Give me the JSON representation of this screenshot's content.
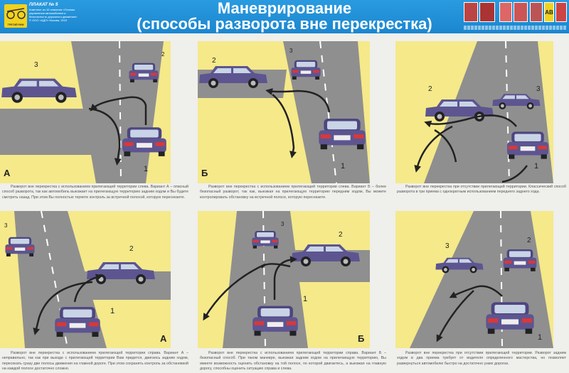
{
  "header": {
    "logo_text": "ТРЕТИЙ РИМ",
    "poster_number": "ПЛАКАТ № 5",
    "poster_info": "Комплект из 10 плакатов «Основы управления автомобилем и безопасность дорожного движения» © ООО «АДП» Москва, 2010",
    "title_line1": "Маневрирование",
    "title_line2": "(способы разворота вне перекрестка)",
    "promo_badge": "AB"
  },
  "colors": {
    "header": "#1e8fd6",
    "yellow": "#f5e98a",
    "road": "#8f8f8f",
    "car": "#5d5590",
    "arrow": "#222222"
  },
  "panels": [
    {
      "letter": "А",
      "numbers": [
        "1",
        "2",
        "3"
      ],
      "caption": "Разворот вне перекрестка с использованием прилегающей территории слева. Вариант А – опасный способ разворота, так как автомобиль выезжает на прилегающую территорию задним ходом и Вы будете смотреть назад. При этом Вы полностью теряете контроль за встречной полосой, которую пересекаете."
    },
    {
      "letter": "Б",
      "numbers": [
        "1",
        "2",
        "3"
      ],
      "caption": "Разворот вне перекрестка с использованием прилегающей территории слева. Вариант Б – более безопасный разворот, так как, выезжая на прилегающую территорию передним ходом, Вы можете контролировать обстановку на встречной полосе, которую пересекаете."
    },
    {
      "letter": "",
      "numbers": [
        "1",
        "2",
        "3"
      ],
      "caption": "Разворот вне перекрестка при отсутствии прилегающей территории. Классический способ разворота в три приема с однократным использованием переднего заднего хода."
    },
    {
      "letter": "А",
      "numbers": [
        "1",
        "2",
        "3"
      ],
      "caption": "Разворот вне перекрестка с использованием прилегающей территории справа. Вариант А – неправильно, так как при выезде с прилегающей территории Вам придется, двигаясь задним ходом, пересекать сразу две полосы движения на главной дороге. При этом сохранять контроль за обстановкой на каждой полосе достаточно сложно."
    },
    {
      "letter": "Б",
      "numbers": [
        "1",
        "2",
        "3"
      ],
      "caption": "Разворот вне перекрестка с использованием прилегающей территории справа. Вариант Б – безопасный способ. При таком маневре, выезжая задним ходом на прилегающую территорию, Вы имеете возможность оценить обстановку на той полосе, по которой двигаетесь, а выезжая на главную дорогу, способны оценить ситуацию справа и слева."
    },
    {
      "letter": "",
      "numbers": [
        "1",
        "2",
        "3"
      ],
      "caption": "Разворот вне перекрестка при отсутствии прилегающей территории. Разворот задним ходом в два приема требует от водителя определенного мастерства, но позволяет развернуться автомобилю быстро на достаточно узких дорогах."
    }
  ]
}
